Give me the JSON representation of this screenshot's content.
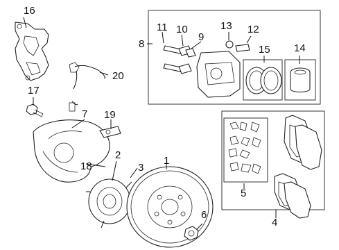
{
  "diagram": {
    "callouts": [
      {
        "id": "c1",
        "text": "1"
      },
      {
        "id": "c2",
        "text": "2"
      },
      {
        "id": "c3",
        "text": "3"
      },
      {
        "id": "c4",
        "text": "4"
      },
      {
        "id": "c5",
        "text": "5"
      },
      {
        "id": "c6",
        "text": "6"
      },
      {
        "id": "c7",
        "text": "7"
      },
      {
        "id": "c8",
        "text": "8"
      },
      {
        "id": "c9",
        "text": "9"
      },
      {
        "id": "c10",
        "text": "10"
      },
      {
        "id": "c11",
        "text": "11"
      },
      {
        "id": "c12",
        "text": "12"
      },
      {
        "id": "c13",
        "text": "13"
      },
      {
        "id": "c14",
        "text": "14"
      },
      {
        "id": "c15",
        "text": "15"
      },
      {
        "id": "c16",
        "text": "16"
      },
      {
        "id": "c17",
        "text": "17"
      },
      {
        "id": "c18",
        "text": "18"
      },
      {
        "id": "c19",
        "text": "19"
      },
      {
        "id": "c20",
        "text": "20"
      }
    ]
  }
}
